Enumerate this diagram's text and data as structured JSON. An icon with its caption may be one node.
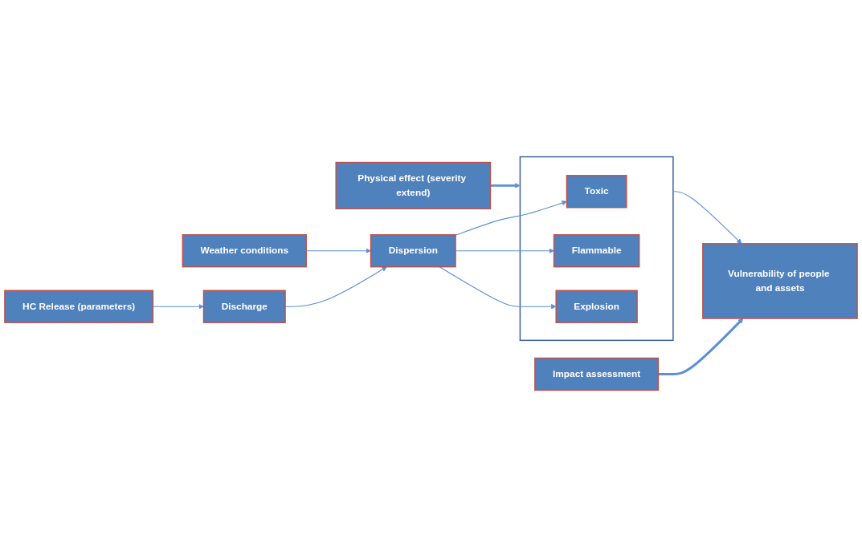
{
  "diagram": {
    "nodes": [
      {
        "text": [
          "HC Release (parameters)"
        ]
      },
      {
        "text": [
          "Discharge"
        ]
      },
      {
        "text": [
          "Weather conditions"
        ]
      },
      {
        "text": [
          "Dispersion"
        ]
      },
      {
        "text": [],
        "shape": "box"
      },
      {
        "text": [
          "Toxic"
        ],
        "in": 4
      },
      {
        "text": [
          "Flammable"
        ],
        "in": 4
      },
      {
        "text": [
          "Explosion"
        ],
        "in": 4
      },
      {
        "text": [
          "Vulnerability of people and assets"
        ]
      },
      {
        "text": [
          "Physical effect (severity extend)"
        ]
      },
      {
        "text": [
          "Impact assessment"
        ]
      }
    ],
    "edges": [
      {
        "from": 0,
        "to": 1,
        "arrow": "to"
      },
      {
        "from": 1,
        "to": 3,
        "arrow": "to"
      },
      {
        "from": 2,
        "to": 3,
        "arrow": "to"
      },
      {
        "from": 3,
        "to": 5,
        "arrow": "to"
      },
      {
        "from": 3,
        "to": 6,
        "arrow": "to"
      },
      {
        "from": 3,
        "to": 7,
        "arrow": "to"
      },
      {
        "from": 4,
        "to": 8,
        "arrow": "to"
      },
      {
        "from": 9,
        "to": 4,
        "arrow": "to",
        "style": "thick"
      },
      {
        "from": 10,
        "to": 8,
        "arrow": "to",
        "style": "thick"
      }
    ]
  }
}
